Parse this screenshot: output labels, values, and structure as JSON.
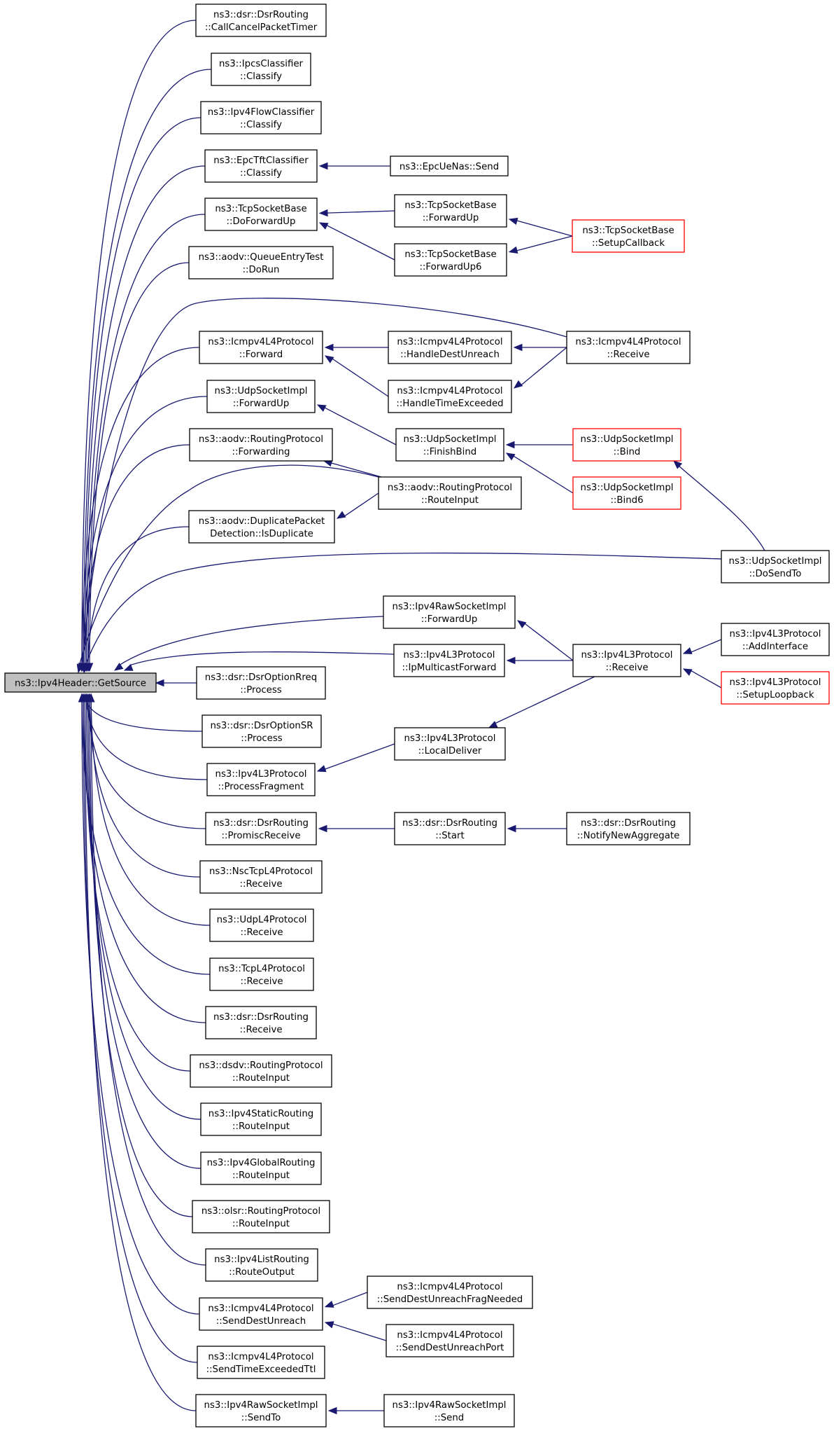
{
  "graph": {
    "title": "ns3::Ipv4Header::GetSource",
    "colors": {
      "edge": "#191970",
      "node_border": "#000000",
      "truncated_border": "#ff0000",
      "root_fill": "#bfbfbf"
    },
    "nodes": [
      {
        "id": "root",
        "lines": [
          "ns3::Ipv4Header::GetSource"
        ]
      },
      {
        "id": "dsr_callcancel",
        "lines": [
          "ns3::dsr::DsrRouting",
          "::CallCancelPacketTimer"
        ]
      },
      {
        "id": "ipcs_classify",
        "lines": [
          "ns3::IpcsClassifier",
          "::Classify"
        ]
      },
      {
        "id": "ipv4flow_classify",
        "lines": [
          "ns3::Ipv4FlowClassifier",
          "::Classify"
        ]
      },
      {
        "id": "epctft_classify",
        "lines": [
          "ns3::EpcTftClassifier",
          "::Classify"
        ]
      },
      {
        "id": "epcuenas_send",
        "lines": [
          "ns3::EpcUeNas::Send"
        ]
      },
      {
        "id": "tcp_doforwardup",
        "lines": [
          "ns3::TcpSocketBase",
          "::DoForwardUp"
        ]
      },
      {
        "id": "tcp_forwardup",
        "lines": [
          "ns3::TcpSocketBase",
          "::ForwardUp"
        ]
      },
      {
        "id": "tcp_forwardup6",
        "lines": [
          "ns3::TcpSocketBase",
          "::ForwardUp6"
        ]
      },
      {
        "id": "tcp_setupcallback",
        "lines": [
          "ns3::TcpSocketBase",
          "::SetupCallback"
        ],
        "truncated": true
      },
      {
        "id": "aodv_queuetest",
        "lines": [
          "ns3::aodv::QueueEntryTest",
          "::DoRun"
        ]
      },
      {
        "id": "icmp_forward",
        "lines": [
          "ns3::Icmpv4L4Protocol",
          "::Forward"
        ]
      },
      {
        "id": "icmp_handledest",
        "lines": [
          "ns3::Icmpv4L4Protocol",
          "::HandleDestUnreach"
        ]
      },
      {
        "id": "icmp_handletime",
        "lines": [
          "ns3::Icmpv4L4Protocol",
          "::HandleTimeExceeded"
        ]
      },
      {
        "id": "icmp_receive",
        "lines": [
          "ns3::Icmpv4L4Protocol",
          "::Receive"
        ]
      },
      {
        "id": "udp_forwardup",
        "lines": [
          "ns3::UdpSocketImpl",
          "::ForwardUp"
        ]
      },
      {
        "id": "udp_finishbind",
        "lines": [
          "ns3::UdpSocketImpl",
          "::FinishBind"
        ]
      },
      {
        "id": "udp_bind",
        "lines": [
          "ns3::UdpSocketImpl",
          "::Bind"
        ],
        "truncated": true
      },
      {
        "id": "udp_bind6",
        "lines": [
          "ns3::UdpSocketImpl",
          "::Bind6"
        ],
        "truncated": true
      },
      {
        "id": "aodv_forwarding",
        "lines": [
          "ns3::aodv::RoutingProtocol",
          "::Forwarding"
        ]
      },
      {
        "id": "aodv_routeinput",
        "lines": [
          "ns3::aodv::RoutingProtocol",
          "::RouteInput"
        ]
      },
      {
        "id": "aodv_dup",
        "lines": [
          "ns3::aodv::DuplicatePacket",
          "Detection::IsDuplicate"
        ]
      },
      {
        "id": "udp_dosendto",
        "lines": [
          "ns3::UdpSocketImpl",
          "::DoSendTo"
        ]
      },
      {
        "id": "raw_forwardup",
        "lines": [
          "ns3::Ipv4RawSocketImpl",
          "::ForwardUp"
        ]
      },
      {
        "id": "ipv4l3_ipmulticast",
        "lines": [
          "ns3::Ipv4L3Protocol",
          "::IpMulticastForward"
        ]
      },
      {
        "id": "ipv4l3_receive",
        "lines": [
          "ns3::Ipv4L3Protocol",
          "::Receive"
        ]
      },
      {
        "id": "ipv4l3_addinterface",
        "lines": [
          "ns3::Ipv4L3Protocol",
          "::AddInterface"
        ]
      },
      {
        "id": "ipv4l3_setuploopback",
        "lines": [
          "ns3::Ipv4L3Protocol",
          "::SetupLoopback"
        ],
        "truncated": true
      },
      {
        "id": "dsr_optionrreq",
        "lines": [
          "ns3::dsr::DsrOptionRreq",
          "::Process"
        ]
      },
      {
        "id": "dsr_optionsr",
        "lines": [
          "ns3::dsr::DsrOptionSR",
          "::Process"
        ]
      },
      {
        "id": "ipv4l3_processfrag",
        "lines": [
          "ns3::Ipv4L3Protocol",
          "::ProcessFragment"
        ]
      },
      {
        "id": "ipv4l3_localdeliver",
        "lines": [
          "ns3::Ipv4L3Protocol",
          "::LocalDeliver"
        ]
      },
      {
        "id": "dsr_promisc",
        "lines": [
          "ns3::dsr::DsrRouting",
          "::PromiscReceive"
        ]
      },
      {
        "id": "dsr_start",
        "lines": [
          "ns3::dsr::DsrRouting",
          "::Start"
        ]
      },
      {
        "id": "dsr_notify",
        "lines": [
          "ns3::dsr::DsrRouting",
          "::NotifyNewAggregate"
        ]
      },
      {
        "id": "nsctcp_receive",
        "lines": [
          "ns3::NscTcpL4Protocol",
          "::Receive"
        ]
      },
      {
        "id": "udpl4_receive",
        "lines": [
          "ns3::UdpL4Protocol",
          "::Receive"
        ]
      },
      {
        "id": "tcpl4_receive",
        "lines": [
          "ns3::TcpL4Protocol",
          "::Receive"
        ]
      },
      {
        "id": "dsr_receive",
        "lines": [
          "ns3::dsr::DsrRouting",
          "::Receive"
        ]
      },
      {
        "id": "dsdv_routeinput",
        "lines": [
          "ns3::dsdv::RoutingProtocol",
          "::RouteInput"
        ]
      },
      {
        "id": "static_routeinput",
        "lines": [
          "ns3::Ipv4StaticRouting",
          "::RouteInput"
        ]
      },
      {
        "id": "global_routeinput",
        "lines": [
          "ns3::Ipv4GlobalRouting",
          "::RouteInput"
        ]
      },
      {
        "id": "olsr_routeinput",
        "lines": [
          "ns3::olsr::RoutingProtocol",
          "::RouteInput"
        ]
      },
      {
        "id": "list_routeoutput",
        "lines": [
          "ns3::Ipv4ListRouting",
          "::RouteOutput"
        ]
      },
      {
        "id": "icmp_senddest",
        "lines": [
          "ns3::Icmpv4L4Protocol",
          "::SendDestUnreach"
        ]
      },
      {
        "id": "icmp_senddestfrag",
        "lines": [
          "ns3::Icmpv4L4Protocol",
          "::SendDestUnreachFragNeeded"
        ]
      },
      {
        "id": "icmp_senddestport",
        "lines": [
          "ns3::Icmpv4L4Protocol",
          "::SendDestUnreachPort"
        ]
      },
      {
        "id": "icmp_sendtime",
        "lines": [
          "ns3::Icmpv4L4Protocol",
          "::SendTimeExceededTtl"
        ]
      },
      {
        "id": "raw_sendto",
        "lines": [
          "ns3::Ipv4RawSocketImpl",
          "::SendTo"
        ]
      },
      {
        "id": "raw_send",
        "lines": [
          "ns3::Ipv4RawSocketImpl",
          "::Send"
        ]
      }
    ],
    "edges": [
      [
        "dsr_callcancel",
        "root"
      ],
      [
        "ipcs_classify",
        "root"
      ],
      [
        "ipv4flow_classify",
        "root"
      ],
      [
        "epctft_classify",
        "root"
      ],
      [
        "tcp_doforwardup",
        "root"
      ],
      [
        "aodv_queuetest",
        "root"
      ],
      [
        "icmp_receive",
        "root"
      ],
      [
        "icmp_forward",
        "root"
      ],
      [
        "udp_forwardup",
        "root"
      ],
      [
        "aodv_forwarding",
        "root"
      ],
      [
        "aodv_routeinput",
        "root"
      ],
      [
        "aodv_dup",
        "root"
      ],
      [
        "udp_dosendto",
        "root"
      ],
      [
        "raw_forwardup",
        "root"
      ],
      [
        "ipv4l3_ipmulticast",
        "root"
      ],
      [
        "dsr_optionrreq",
        "root"
      ],
      [
        "dsr_optionsr",
        "root"
      ],
      [
        "ipv4l3_processfrag",
        "root"
      ],
      [
        "dsr_promisc",
        "root"
      ],
      [
        "nsctcp_receive",
        "root"
      ],
      [
        "udpl4_receive",
        "root"
      ],
      [
        "tcpl4_receive",
        "root"
      ],
      [
        "dsr_receive",
        "root"
      ],
      [
        "dsdv_routeinput",
        "root"
      ],
      [
        "static_routeinput",
        "root"
      ],
      [
        "global_routeinput",
        "root"
      ],
      [
        "olsr_routeinput",
        "root"
      ],
      [
        "list_routeoutput",
        "root"
      ],
      [
        "icmp_senddest",
        "root"
      ],
      [
        "icmp_sendtime",
        "root"
      ],
      [
        "raw_sendto",
        "root"
      ],
      [
        "epcuenas_send",
        "epctft_classify"
      ],
      [
        "tcp_forwardup",
        "tcp_doforwardup"
      ],
      [
        "tcp_forwardup6",
        "tcp_doforwardup"
      ],
      [
        "tcp_setupcallback",
        "tcp_forwardup"
      ],
      [
        "tcp_setupcallback",
        "tcp_forwardup6"
      ],
      [
        "icmp_handledest",
        "icmp_forward"
      ],
      [
        "icmp_handletime",
        "icmp_forward"
      ],
      [
        "icmp_receive",
        "icmp_handledest"
      ],
      [
        "icmp_receive",
        "icmp_handletime"
      ],
      [
        "udp_finishbind",
        "udp_forwardup"
      ],
      [
        "udp_bind",
        "udp_finishbind"
      ],
      [
        "udp_bind6",
        "udp_finishbind"
      ],
      [
        "udp_dosendto",
        "udp_bind"
      ],
      [
        "aodv_routeinput",
        "aodv_forwarding"
      ],
      [
        "aodv_routeinput",
        "aodv_dup"
      ],
      [
        "ipv4l3_receive",
        "raw_forwardup"
      ],
      [
        "ipv4l3_receive",
        "ipv4l3_ipmulticast"
      ],
      [
        "ipv4l3_addinterface",
        "ipv4l3_receive"
      ],
      [
        "ipv4l3_setuploopback",
        "ipv4l3_receive"
      ],
      [
        "ipv4l3_receive",
        "ipv4l3_localdeliver"
      ],
      [
        "ipv4l3_localdeliver",
        "ipv4l3_processfrag"
      ],
      [
        "dsr_start",
        "dsr_promisc"
      ],
      [
        "dsr_notify",
        "dsr_start"
      ],
      [
        "icmp_senddestfrag",
        "icmp_senddest"
      ],
      [
        "icmp_senddestport",
        "icmp_senddest"
      ],
      [
        "raw_send",
        "raw_sendto"
      ]
    ]
  }
}
